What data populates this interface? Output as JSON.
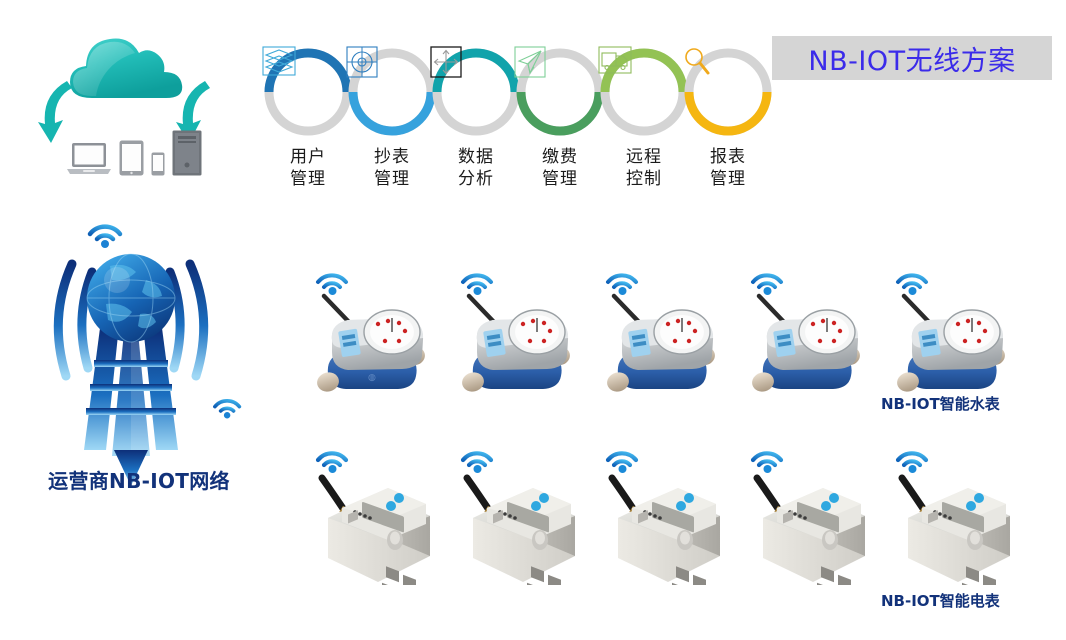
{
  "title_badge": {
    "text": "NB-IOT无线方案",
    "bg": "#d5d5d5",
    "color": "#3b2bea"
  },
  "cloud": {
    "icon": "cloud-icon",
    "color": "#17b3ae",
    "arrow_color": "#16b5b0",
    "devices": [
      "laptop-icon",
      "tablet-icon",
      "phone-icon",
      "server-tower-icon"
    ]
  },
  "chain": {
    "items": [
      {
        "label_line1": "用户",
        "label_line2": "管理",
        "icon": "layers-icon",
        "arc_color": "#1f74b4",
        "track_color": "#d4d4d4",
        "icon_color": "#3fa9d8"
      },
      {
        "label_line1": "抄表",
        "label_line2": "管理",
        "icon": "target-icon",
        "arc_color": "#36a2dd",
        "track_color": "#d4d4d4",
        "icon_color": "#2f7fc0"
      },
      {
        "label_line1": "数据",
        "label_line2": "分析",
        "icon": "expand-arrows-icon",
        "arc_color": "#11a3ab",
        "track_color": "#d4d4d4",
        "icon_color": "#1a1a1a"
      },
      {
        "label_line1": "缴费",
        "label_line2": "管理",
        "icon": "paper-plane-icon",
        "arc_color": "#4a9e5e",
        "track_color": "#d4d4d4",
        "icon_color": "#7ecf97"
      },
      {
        "label_line1": "远程",
        "label_line2": "控制",
        "icon": "truck-icon",
        "arc_color": "#93c254",
        "track_color": "#d4d4d4",
        "icon_color": "#8fbb5c"
      },
      {
        "label_line1": "报表",
        "label_line2": "管理",
        "icon": "search-icon",
        "arc_color": "#f5b611",
        "track_color": "#d4d4d4",
        "icon_color": "#f0a91c"
      }
    ]
  },
  "tower": {
    "icon": "cell-tower-globe-icon",
    "label": "运营商NB-IOT网络",
    "label_color": "#12327a",
    "signal_icons": [
      "wifi-signal-icon",
      "wifi-signal-icon"
    ]
  },
  "water_meters": {
    "caption": "NB-IOT智能水表",
    "count": 5,
    "device_icon": "water-meter-icon",
    "signal_icon": "wifi-signal-icon",
    "body_color": "#2b5ea8",
    "housing_color": "#c9ccce"
  },
  "electric_meters": {
    "caption": "NB-IOT智能电表",
    "count": 5,
    "device_icon": "electric-meter-icon",
    "signal_icon": "wifi-signal-icon",
    "body_color": "#dcdcd8",
    "button_color": "#2fa8e0"
  }
}
